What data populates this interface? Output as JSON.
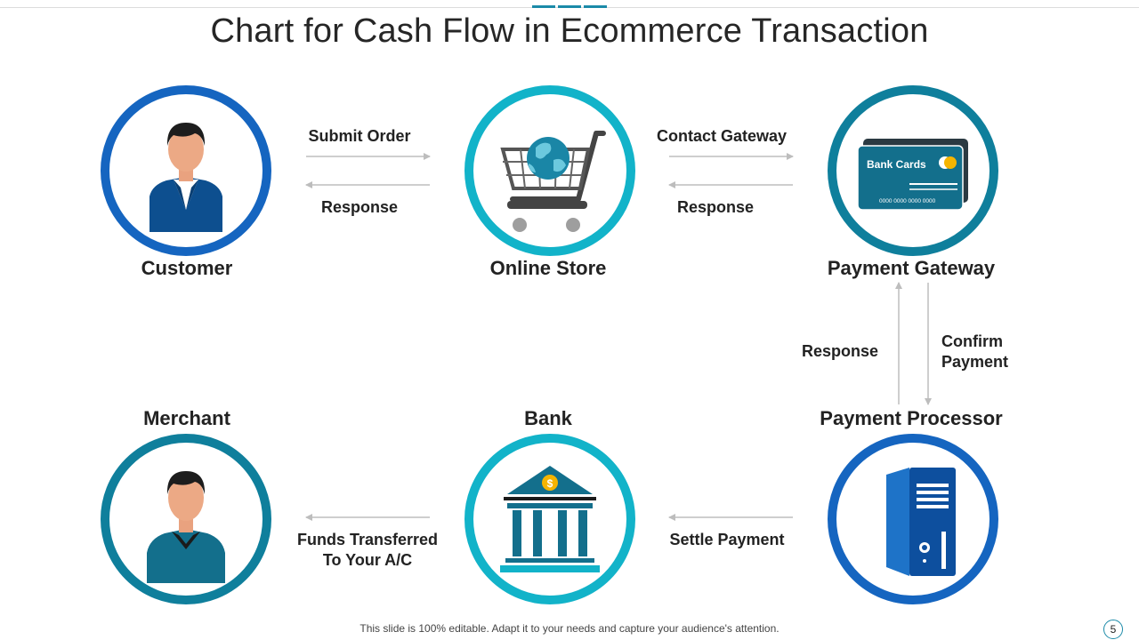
{
  "slide": {
    "title": "Chart for Cash Flow in Ecommerce Transaction",
    "footer": "This slide is 100% editable. Adapt it to your needs and capture your audience's attention.",
    "page_number": "5"
  },
  "colors": {
    "blue": "#1565c0",
    "teal": "#0f7f9c",
    "cyan": "#12b3c9",
    "arrow_gray": "#bdbdbd"
  },
  "nodes": {
    "customer": {
      "label": "Customer",
      "icon": "user-icon"
    },
    "online_store": {
      "label": "Online Store",
      "icon": "shopping-cart-icon"
    },
    "payment_gateway": {
      "label": "Payment Gateway",
      "icon": "credit-card-icon",
      "card_text": "Bank Cards",
      "card_number": "0000 0000 0000 0000"
    },
    "payment_processor": {
      "label": "Payment Processor",
      "icon": "server-icon"
    },
    "bank": {
      "label": "Bank",
      "icon": "bank-icon",
      "coin_symbol": "$"
    },
    "merchant": {
      "label": "Merchant",
      "icon": "merchant-icon"
    }
  },
  "edges": {
    "submit_order": "Submit Order",
    "response_1": "Response",
    "contact_gateway": "Contact Gateway",
    "response_2": "Response",
    "response_3": "Response",
    "confirm_payment_1": "Confirm",
    "confirm_payment_2": "Payment",
    "settle_payment": "Settle Payment",
    "funds_transferred_1": "Funds Transferred",
    "funds_transferred_2": "To Your A/C"
  }
}
